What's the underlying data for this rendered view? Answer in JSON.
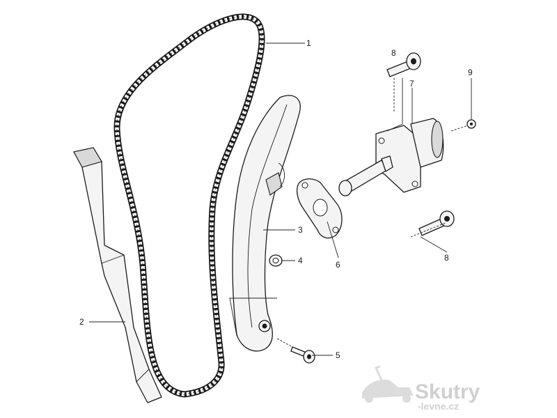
{
  "callouts": [
    {
      "id": "1",
      "text": "1"
    },
    {
      "id": "2",
      "text": "2"
    },
    {
      "id": "3",
      "text": "3"
    },
    {
      "id": "4",
      "text": "4"
    },
    {
      "id": "5",
      "text": "5"
    },
    {
      "id": "6",
      "text": "6"
    },
    {
      "id": "7",
      "text": "7"
    },
    {
      "id": "8a",
      "text": "8"
    },
    {
      "id": "8b",
      "text": "8"
    },
    {
      "id": "9",
      "text": "9"
    }
  ],
  "watermark": {
    "brand": "Skutry",
    "domain": "-levne.cz"
  },
  "colors": {
    "line": "#1a1a1a",
    "watermark": "#c8c8c8"
  }
}
